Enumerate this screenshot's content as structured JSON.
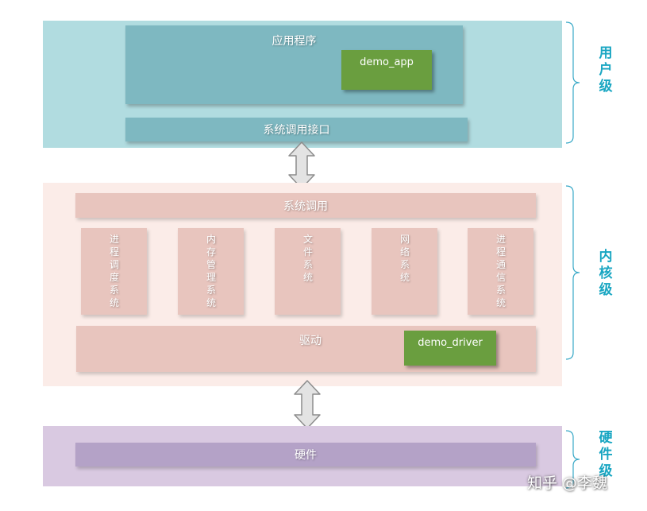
{
  "user_level": {
    "app_label": "应用程序",
    "demo_app": "demo_app",
    "syscall_interface": "系统调用接口",
    "level_label": "用户级"
  },
  "kernel_level": {
    "syscall": "系统调用",
    "subsystems": [
      "进程调度系统",
      "内存管理系统",
      "文件系统",
      "网络系统",
      "进程通信系统"
    ],
    "driver": "驱动",
    "demo_driver": "demo_driver",
    "level_label": "内核级"
  },
  "hardware_level": {
    "hardware": "硬件",
    "level_label": "硬件级"
  },
  "watermark": "知乎 @李魏",
  "colors": {
    "user_band": "#b1dce0",
    "user_box": "#7eb8c1",
    "kernel_band": "#fbece8",
    "kernel_box": "#e8c5be",
    "hardware_band": "#d9c9e1",
    "hardware_box": "#b4a2c7",
    "demo_green": "#6a9e3f",
    "level_label": "#19a6c2"
  }
}
